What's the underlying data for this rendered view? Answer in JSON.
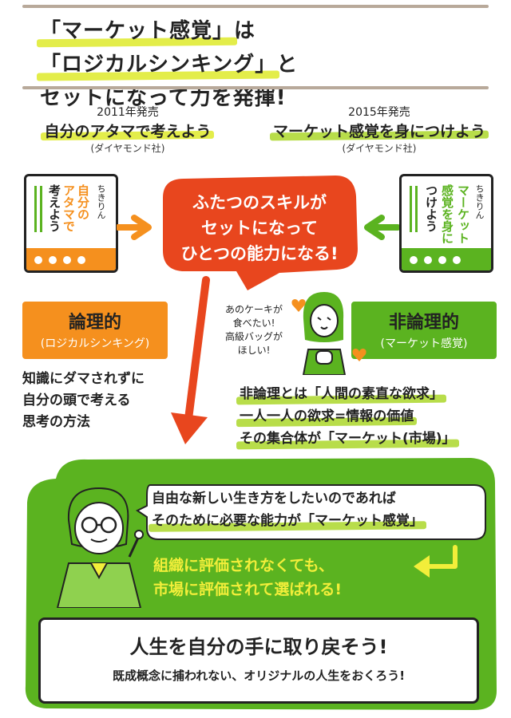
{
  "title": {
    "line1_a": "「マーケット感覚」",
    "line1_b": "は",
    "line1_c": "「ロジカルシンキング」",
    "line1_d": "と",
    "line2": "セットになって力を発揮!"
  },
  "books": [
    {
      "year": "2011年発売",
      "title": "自分のアタマで考えよう",
      "publisher": "(ダイヤモンド社)",
      "cover_author": "ちきりん",
      "cover_lines": [
        "自分の",
        "アタマで",
        "考えよう"
      ]
    },
    {
      "year": "2015年発売",
      "title": "マーケット感覚を身につけよう",
      "publisher": "(ダイヤモンド社)",
      "cover_author": "ちきりん",
      "cover_lines": [
        "マーケット",
        "感覚を身に",
        "つけよう"
      ]
    }
  ],
  "center": {
    "lines": [
      "ふたつのスキルが",
      "セットになって",
      "ひとつの能力になる!"
    ]
  },
  "logical": {
    "label": "論理的",
    "sub": "(ロジカルシンキング)",
    "desc": [
      "知識にダマされずに",
      "自分の頭で考える",
      "思考の方法"
    ]
  },
  "nonlogical": {
    "label": "非論理的",
    "sub": "(マーケット感覚)",
    "desc": [
      "非論理とは「人間の素直な欲求」",
      "一人一人の欲求=情報の価値",
      "その集合体が「マーケット(市場)」"
    ]
  },
  "speech": [
    "あのケーキが",
    "食べたい!",
    "高級バッグが",
    "ほしい!"
  ],
  "bottom": {
    "bubble": [
      "自由な新しい生き方をしたいのであれば",
      "そのために必要な能力が「マーケット感覚」"
    ],
    "yellow": [
      "組織に評価されなくても、",
      "市場に評価されて選ばれる!"
    ],
    "final_main": "人生を自分の手に取り戻そう!",
    "final_sub": "既成概念に捕われない、オリジナルの人生をおくろう!"
  },
  "colors": {
    "orange": "#f5901e",
    "green": "#5bb320",
    "red": "#e8461e",
    "highlight_yellow": "#e3ed4a",
    "highlight_green": "#b8dd4a",
    "accent_yellow": "#f2ee3a"
  }
}
